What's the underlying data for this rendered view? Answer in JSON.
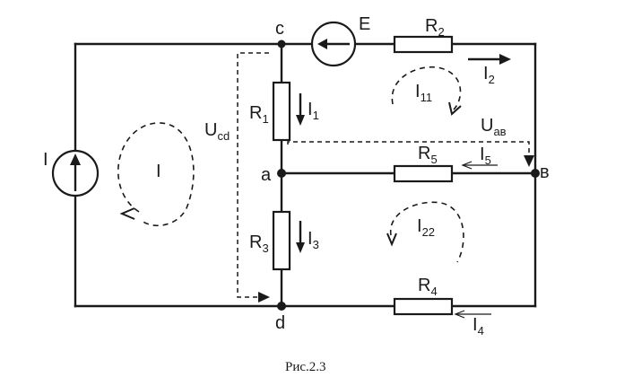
{
  "figure": {
    "caption": "Рис.2.3",
    "nodes": {
      "c": "c",
      "a": "a",
      "d": "d",
      "b": "в"
    },
    "source_current": "I",
    "source_emf": "E",
    "resistors": [
      {
        "main": "R",
        "sub": "1"
      },
      {
        "main": "R",
        "sub": "2"
      },
      {
        "main": "R",
        "sub": "3"
      },
      {
        "main": "R",
        "sub": "4"
      },
      {
        "main": "R",
        "sub": "5"
      }
    ],
    "currents": [
      {
        "main": "I",
        "sub": "1"
      },
      {
        "main": "I",
        "sub": "2"
      },
      {
        "main": "I",
        "sub": "3"
      },
      {
        "main": "I",
        "sub": "4"
      },
      {
        "main": "I",
        "sub": "5"
      }
    ],
    "loops": [
      {
        "main": "I",
        "sub": ""
      },
      {
        "main": "I",
        "sub": "11"
      },
      {
        "main": "I",
        "sub": "22"
      }
    ],
    "voltages": [
      {
        "main": "U",
        "sub": "cd"
      },
      {
        "main": "U",
        "sub": "ав"
      }
    ]
  }
}
